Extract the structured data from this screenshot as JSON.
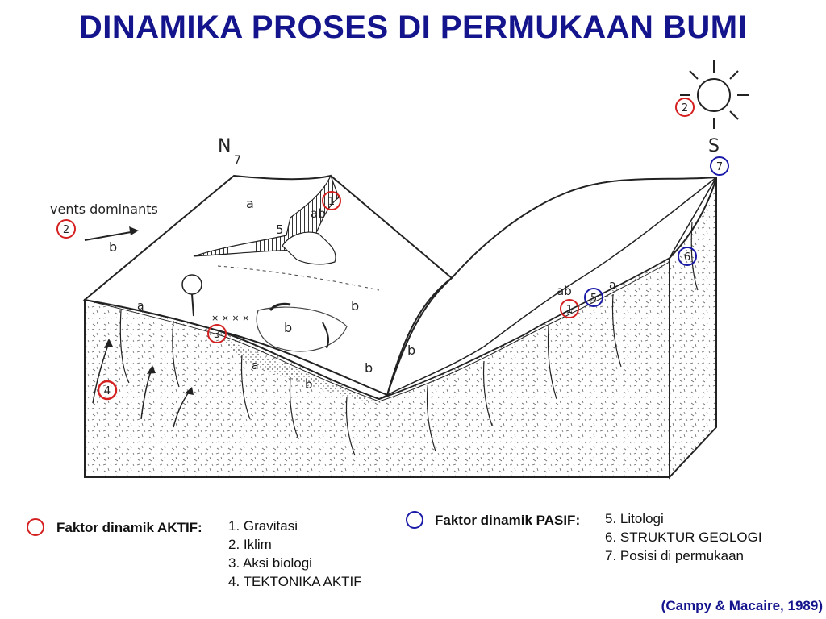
{
  "title": "DINAMIKA PROSES DI PERMUKAAN BUMI",
  "diagram": {
    "compass": "N",
    "compass_sub": "7",
    "sun_label": "S",
    "wind_label": "vents dominants",
    "wind_letter": "b",
    "zone_labels": [
      "a",
      "ab",
      "5",
      "b",
      "b",
      "b",
      "b",
      "a",
      "a",
      "b",
      "ab",
      "a"
    ],
    "markers": [
      {
        "label": "1",
        "color": "#d42020"
      },
      {
        "label": "2",
        "color": "#d42020"
      },
      {
        "label": "2",
        "color": "#d42020"
      },
      {
        "label": "3",
        "color": "#d42020"
      },
      {
        "label": "4",
        "color": "#d42020"
      },
      {
        "label": "1",
        "color": "#d42020"
      },
      {
        "label": "5",
        "color": "#1a1aa8"
      },
      {
        "label": "6",
        "color": "#1a1aa8"
      },
      {
        "label": "7",
        "color": "#1a1aa8"
      }
    ]
  },
  "legend": {
    "active_color": "#d42020",
    "passive_color": "#1a1aa8",
    "active_label": "Faktor dinamik AKTIF:",
    "passive_label": "Faktor dinamik PASIF:",
    "active_items": [
      "1.  Gravitasi",
      "2.  Iklim",
      "3.  Aksi biologi",
      "4.  TEKTONIKA AKTIF"
    ],
    "passive_items": [
      "5.  Litologi",
      "6.  STRUKTUR GEOLOGI",
      "7.  Posisi di permukaan"
    ]
  },
  "citation": "(Campy & Macaire, 1989)"
}
